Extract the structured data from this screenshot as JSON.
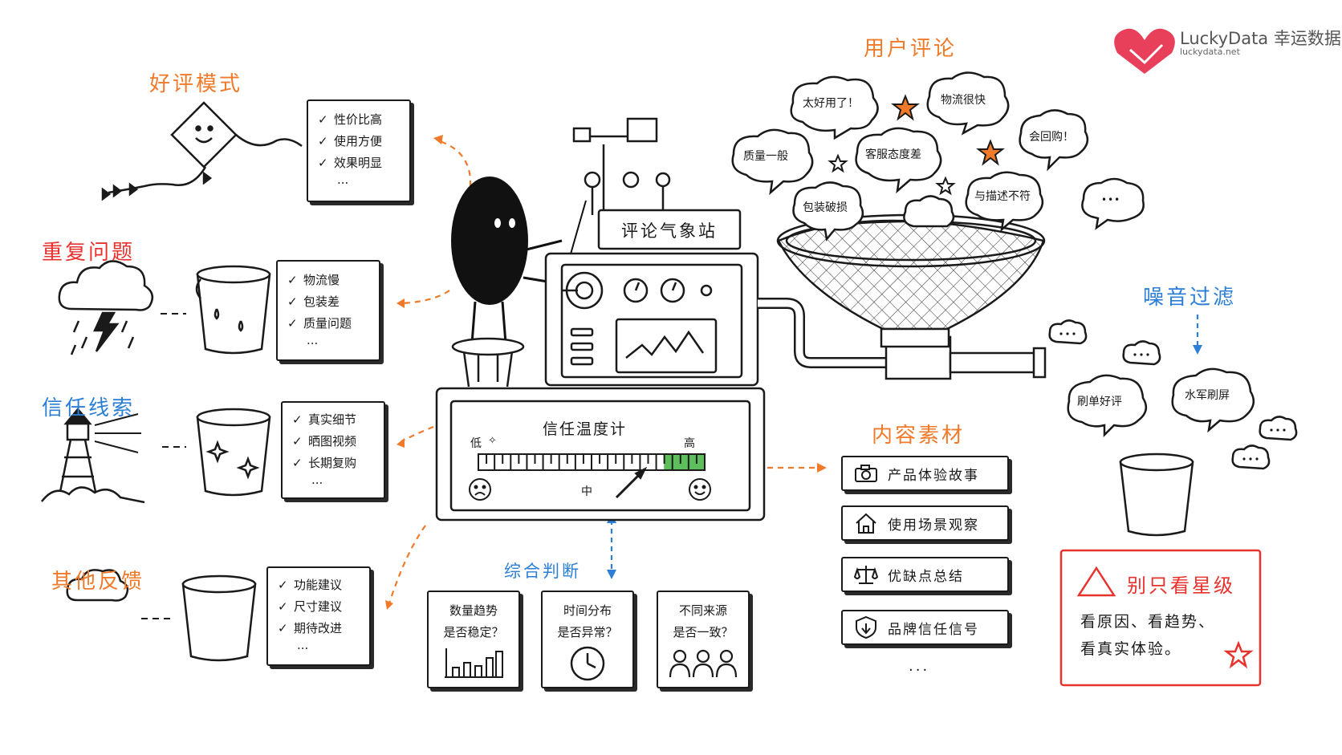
{
  "brand": {
    "name": "LuckyData 幸运数据",
    "url": "luckydata.net",
    "accent": "#e8405a"
  },
  "station_sign": "评论气象站",
  "thermometer": {
    "title": "信任温度计",
    "low": "低",
    "mid": "中",
    "high": "高",
    "level": 0.74
  },
  "user_comments": {
    "title": "用户评论",
    "bubbles": [
      "太好用了！",
      "物流很快",
      "会回购！",
      "质量一般",
      "客服态度差",
      "包装破损",
      "与描述不符",
      "•••"
    ]
  },
  "sections": {
    "good_pattern": {
      "title": "好评模式",
      "items": [
        "性价比高",
        "使用方便",
        "效果明显"
      ],
      "more": "..."
    },
    "repeat_issues": {
      "title": "重复问题",
      "items": [
        "物流慢",
        "包装差",
        "质量问题"
      ],
      "more": "..."
    },
    "trust_clues": {
      "title": "信任线索",
      "items": [
        "真实细节",
        "晒图视频",
        "长期复购"
      ],
      "more": "..."
    },
    "other_feedback": {
      "title": "其他反馈",
      "items": [
        "功能建议",
        "尺寸建议",
        "期待改进"
      ],
      "more": "..."
    }
  },
  "noise_filter": {
    "title": "噪音过滤",
    "bubbles": [
      "刷单好评",
      "水军刷屏"
    ]
  },
  "judgement": {
    "title": "综合判断",
    "cards": [
      {
        "line1": "数量趋势",
        "line2": "是否稳定？"
      },
      {
        "line1": "时间分布",
        "line2": "是否异常？"
      },
      {
        "line1": "不同来源",
        "line2": "是否一致？"
      }
    ]
  },
  "content": {
    "title": "内容素材",
    "items": [
      "产品体验故事",
      "使用场景观察",
      "优缺点总结",
      "品牌信任信号"
    ],
    "more": "..."
  },
  "warning": {
    "title": "别只看星级",
    "line1": "看原因、看趋势、",
    "line2": "看真实体验。",
    "color": "#e8322e"
  },
  "check_mark": "✓",
  "colors": {
    "orange": "#f07a2a",
    "red": "#e8322e",
    "blue": "#2b7fd6",
    "green": "#5cbf5c"
  }
}
